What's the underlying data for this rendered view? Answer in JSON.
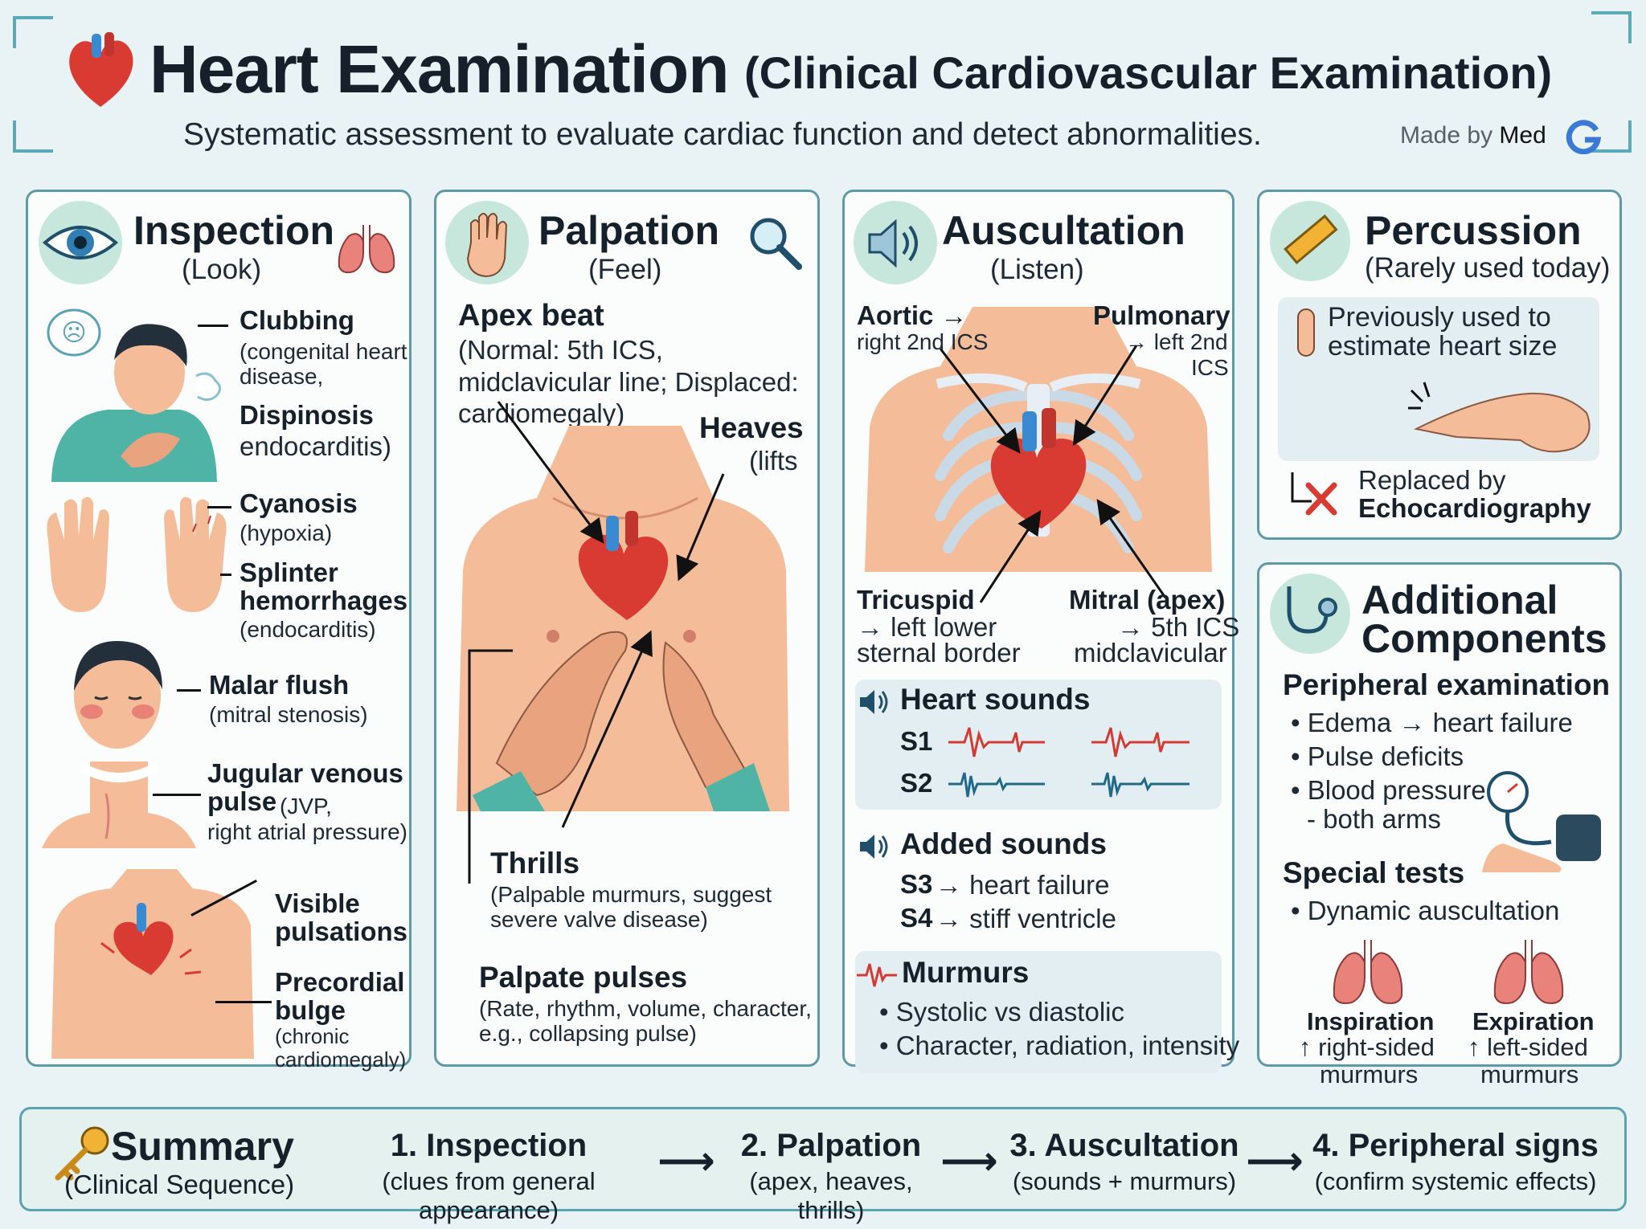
{
  "header": {
    "title_main": "Heart Examination",
    "title_sub": "(Clinical Cardiovascular Examination)",
    "subtitle": "Systematic assessment to evaluate cardiac function and detect abnormalities.",
    "made_by": "Made by",
    "made_by_brand": "Med"
  },
  "inspection": {
    "title": "Inspection",
    "subtitle": "(Look)",
    "clubbing": "Clubbing",
    "clubbing_note": "(congenital heart disease,",
    "dispinosis": "Dispinosis",
    "dispinosis_note": "endocarditis)",
    "cyanosis": "Cyanosis",
    "cyanosis_note": "(hypoxia)",
    "splinter": "Splinter hemorrhages",
    "splinter_note": "(endocarditis)",
    "malar": "Malar flush",
    "malar_note": "(mitral stenosis)",
    "jvp": "Jugular venous pulse",
    "jvp_note1": "(JVP,",
    "jvp_note2": "right atrial pressure)",
    "visible": "Visible pulsations",
    "precordial": "Precordial bulge",
    "precordial_note": "(chronic cardiomegaly)"
  },
  "palpation": {
    "title": "Palpation",
    "subtitle": "(Feel)",
    "apex": "Apex beat",
    "apex_note": "(Normal: 5th ICS, midclavicular line; Displaced: cardiomegaly)",
    "heaves": "Heaves",
    "heaves_note": "(lifts",
    "thrills": "Thrills",
    "thrills_note": "(Palpable murmurs, suggest severe valve disease)",
    "pulses": "Palpate pulses",
    "pulses_note": "(Rate, rhythm, volume, character, e.g., collapsing pulse)"
  },
  "auscultation": {
    "title": "Auscultation",
    "subtitle": "(Listen)",
    "aortic": "Aortic →",
    "aortic_note": "right 2nd ICS",
    "pulmonary": "Pulmonary",
    "pulmonary_note1": "→ left 2nd",
    "pulmonary_note2": "ICS",
    "tricuspid": "Tricuspid",
    "tricuspid_note1": "→ left lower",
    "tricuspid_note2": "sternal border",
    "mitral": "Mitral (apex)",
    "mitral_note1": "→ 5th ICS",
    "mitral_note2": "midclavicular",
    "heart_sounds": "Heart sounds",
    "s1": "S1",
    "s2": "S2",
    "added_sounds": "Added sounds",
    "s3": "S3",
    "s3_note": "→ heart failure",
    "s4": "S4",
    "s4_note": "→ stiff ventricle",
    "murmurs": "Murmurs",
    "murmur_items": [
      "• Systolic vs diastolic",
      "• Character, radiation, intensity"
    ]
  },
  "percussion": {
    "title": "Percussion",
    "subtitle": "(Rarely used today)",
    "note": "Previously used to estimate heart size",
    "replaced": "Replaced by",
    "replaced_by": "Echocardiography"
  },
  "additional": {
    "title1": "Additional",
    "title2": "Components",
    "peripheral": "Peripheral examination",
    "peripheral_items": [
      "• Edema → heart failure",
      "• Pulse deficits",
      "• Blood pressure",
      "- both arms"
    ],
    "special": "Special tests",
    "special_item": "• Dynamic auscultation",
    "inspiration": "Inspiration",
    "inspiration_note1": "↑ right-sided",
    "inspiration_note2": "murmurs",
    "expiration": "Expiration",
    "expiration_note1": "↑ left-sided",
    "expiration_note2": "murmurs"
  },
  "summary": {
    "title": "Summary",
    "subtitle": "(Clinical Sequence)",
    "steps": [
      {
        "label": "1. Inspection",
        "note": "(clues from general appearance)"
      },
      {
        "label": "2. Palpation",
        "note": "(apex, heaves, thrills)"
      },
      {
        "label": "3. Auscultation",
        "note": "(sounds + murmurs)"
      },
      {
        "label": "4. Peripheral signs",
        "note": "(confirm systemic effects)"
      }
    ]
  },
  "colors": {
    "panel_border": "#5f9aa4",
    "accent_teal": "#4fb3a6",
    "heart_red": "#d93a32",
    "heart_blue": "#3a8ad1",
    "background": "#e9f2f4"
  }
}
